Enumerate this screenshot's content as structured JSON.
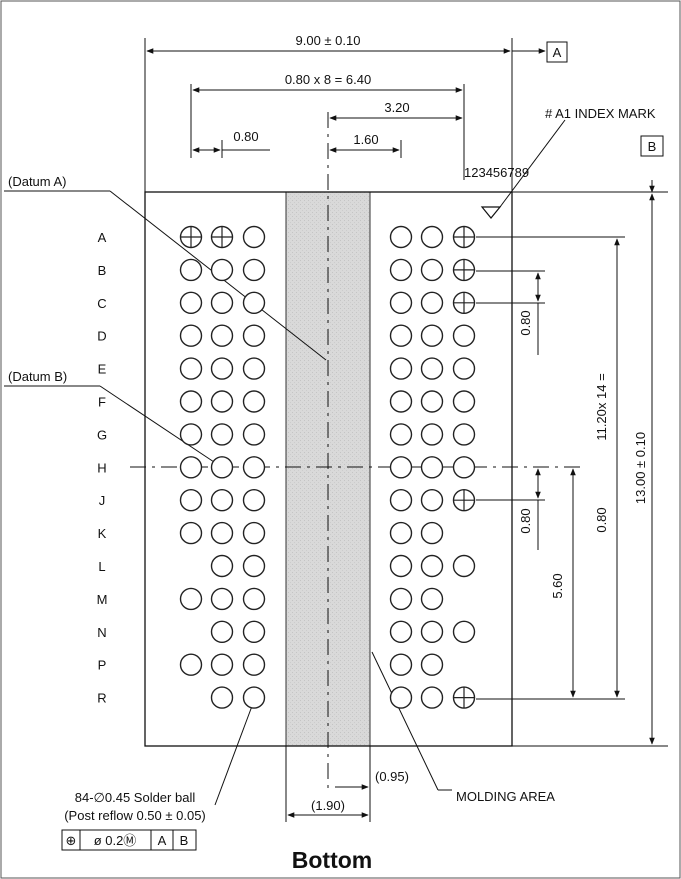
{
  "title": "Bottom",
  "dimensions": {
    "width": "9.00 ± 0.10",
    "pitch_total": "0.80 x 8 = 6.40",
    "half_pitch": "3.20",
    "inner_offset": "1.60",
    "pitch_top": "0.80",
    "height": "13.00 ± 0.10",
    "rows_total": "11.20x 14 =",
    "pitch_right_upper": "0.80",
    "pitch_right_lower": "0.80",
    "pitch_right_mid": "0.80",
    "lower_half": "5.60",
    "mold_half": "(0.95)",
    "mold_width": "(1.90)"
  },
  "datums": {
    "a_box": "A",
    "b_box": "B",
    "datum_a_label": "(Datum A)",
    "datum_b_label": "(Datum B)"
  },
  "callouts": {
    "index_mark": "# A1 INDEX MARK",
    "column_numbers": "123456789",
    "molding_area": "MOLDING AREA",
    "solder_ball_line1": "84-∅0.45 Solder ball",
    "solder_ball_line2": "(Post reflow 0.50 ± 0.05)"
  },
  "tolerance_frame": [
    "⊕",
    "ø 0.2Ⓜ",
    "A",
    "B"
  ],
  "row_labels": [
    "A",
    "B",
    "C",
    "D",
    "E",
    "F",
    "G",
    "H",
    "J",
    "K",
    "L",
    "M",
    "N",
    "P",
    "R"
  ],
  "ball_pattern": [
    [
      "X",
      "X",
      "O",
      "O",
      "O",
      "X"
    ],
    [
      "O",
      "O",
      "O",
      "O",
      "O",
      "X"
    ],
    [
      "O",
      "O",
      "O",
      "O",
      "O",
      "X"
    ],
    [
      "O",
      "O",
      "O",
      "O",
      "O",
      "O"
    ],
    [
      "O",
      "O",
      "O",
      "O",
      "O",
      "O"
    ],
    [
      "O",
      "O",
      "O",
      "O",
      "O",
      "O"
    ],
    [
      "O",
      "O",
      "O",
      "O",
      "O",
      "O"
    ],
    [
      "O",
      "O",
      "O",
      "O",
      "O",
      "O"
    ],
    [
      "O",
      "O",
      "O",
      "O",
      "O",
      "X"
    ],
    [
      "O",
      "O",
      "O",
      "O",
      "O",
      "-"
    ],
    [
      "-",
      "O",
      "O",
      "O",
      "O",
      "O"
    ],
    [
      "O",
      "O",
      "O",
      "O",
      "O",
      "-"
    ],
    [
      "-",
      "O",
      "O",
      "O",
      "O",
      "O"
    ],
    [
      "O",
      "O",
      "O",
      "O",
      "O",
      "-"
    ],
    [
      "-",
      "O",
      "O",
      "O",
      "O",
      "X"
    ]
  ]
}
